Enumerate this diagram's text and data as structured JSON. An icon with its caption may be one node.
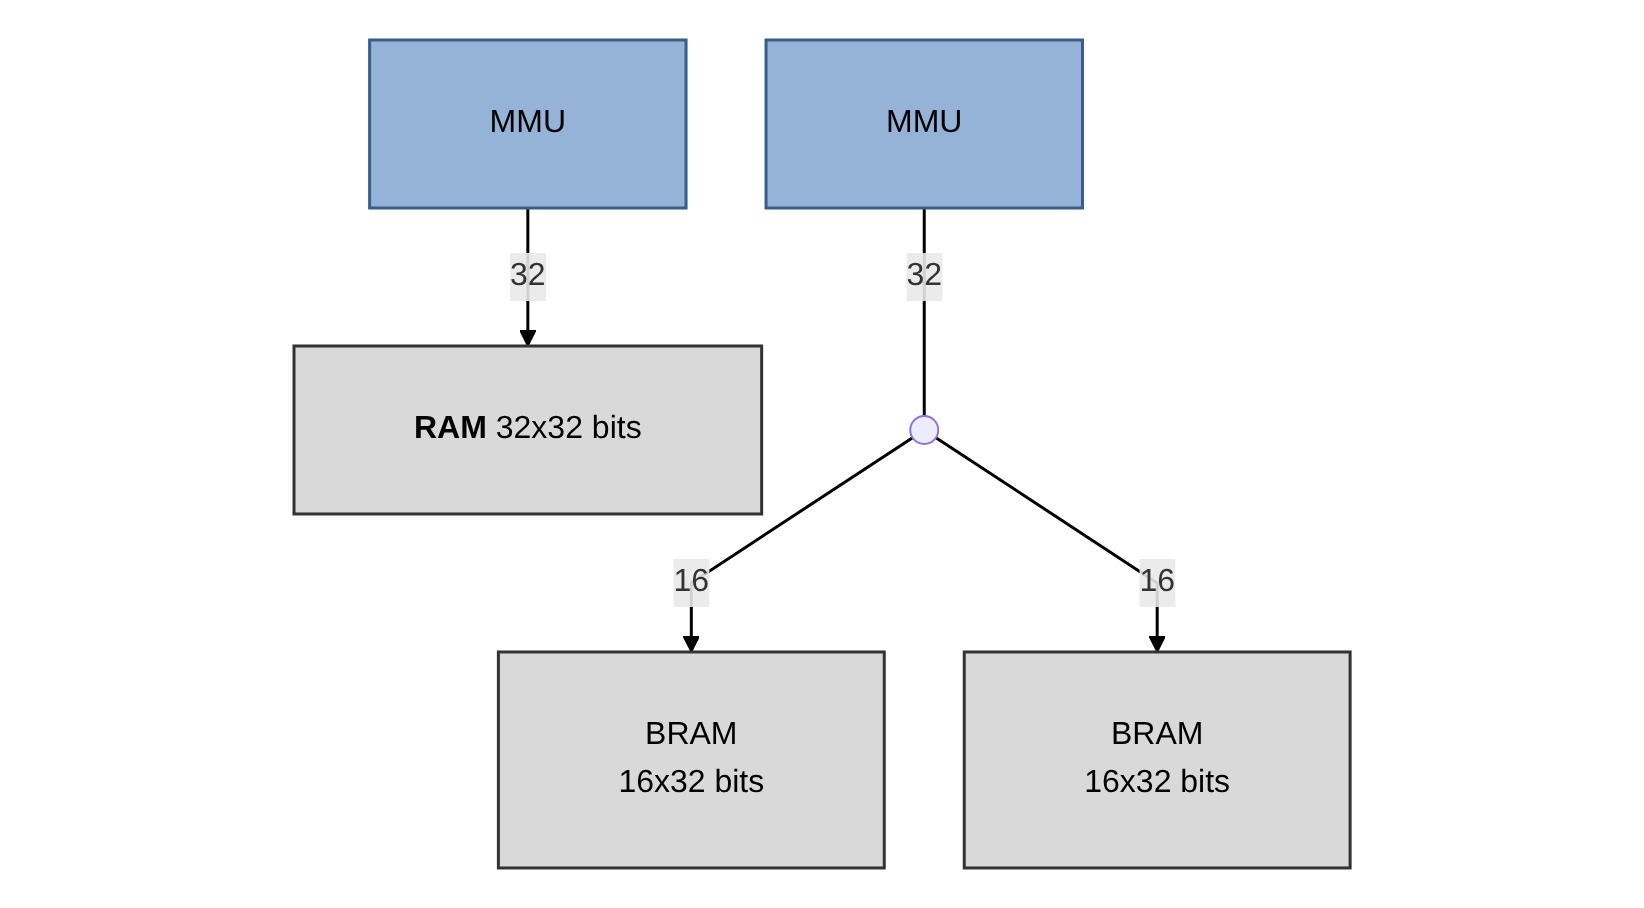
{
  "diagram": {
    "nodes": [
      {
        "text": [
          "MMU"
        ]
      },
      {
        "text": [
          "**RAM** 32x32 bits"
        ]
      },
      {
        "text": [
          "MMU"
        ]
      },
      {
        "text": [],
        "shape": "circle"
      },
      {
        "text": [
          "BRAM",
          "16x32 bits"
        ]
      },
      {
        "text": [
          "BRAM",
          "16x32 bits"
        ]
      }
    ],
    "edges": [
      {
        "from": 0,
        "to": 1,
        "arrow": "to",
        "label": "32"
      },
      {
        "from": 2,
        "to": 3,
        "arrow": "none",
        "label": "32"
      },
      {
        "from": 3,
        "to": 4,
        "arrow": "to",
        "label": "16"
      },
      {
        "from": 3,
        "to": 5,
        "arrow": "to",
        "label": "16"
      }
    ]
  }
}
